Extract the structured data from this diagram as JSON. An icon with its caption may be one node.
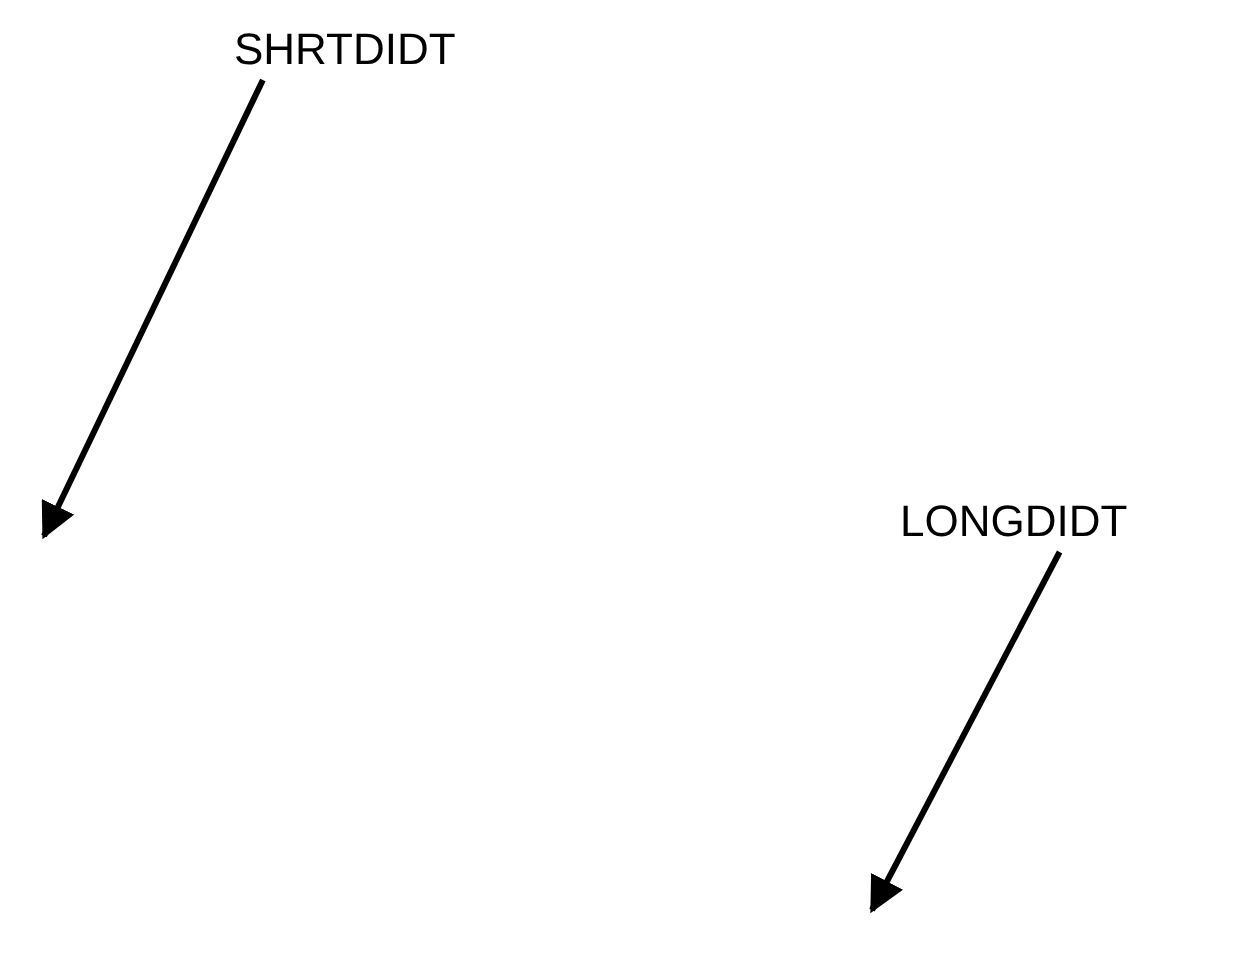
{
  "diagram": {
    "nodes": [
      {
        "text": [
          "SHRTDIDT"
        ]
      },
      {
        "text": [
          "LONGDIDT"
        ]
      }
    ],
    "edges": [
      {
        "from": 0,
        "to": null,
        "arrow": "to"
      },
      {
        "from": 1,
        "to": null,
        "arrow": "to"
      }
    ]
  }
}
